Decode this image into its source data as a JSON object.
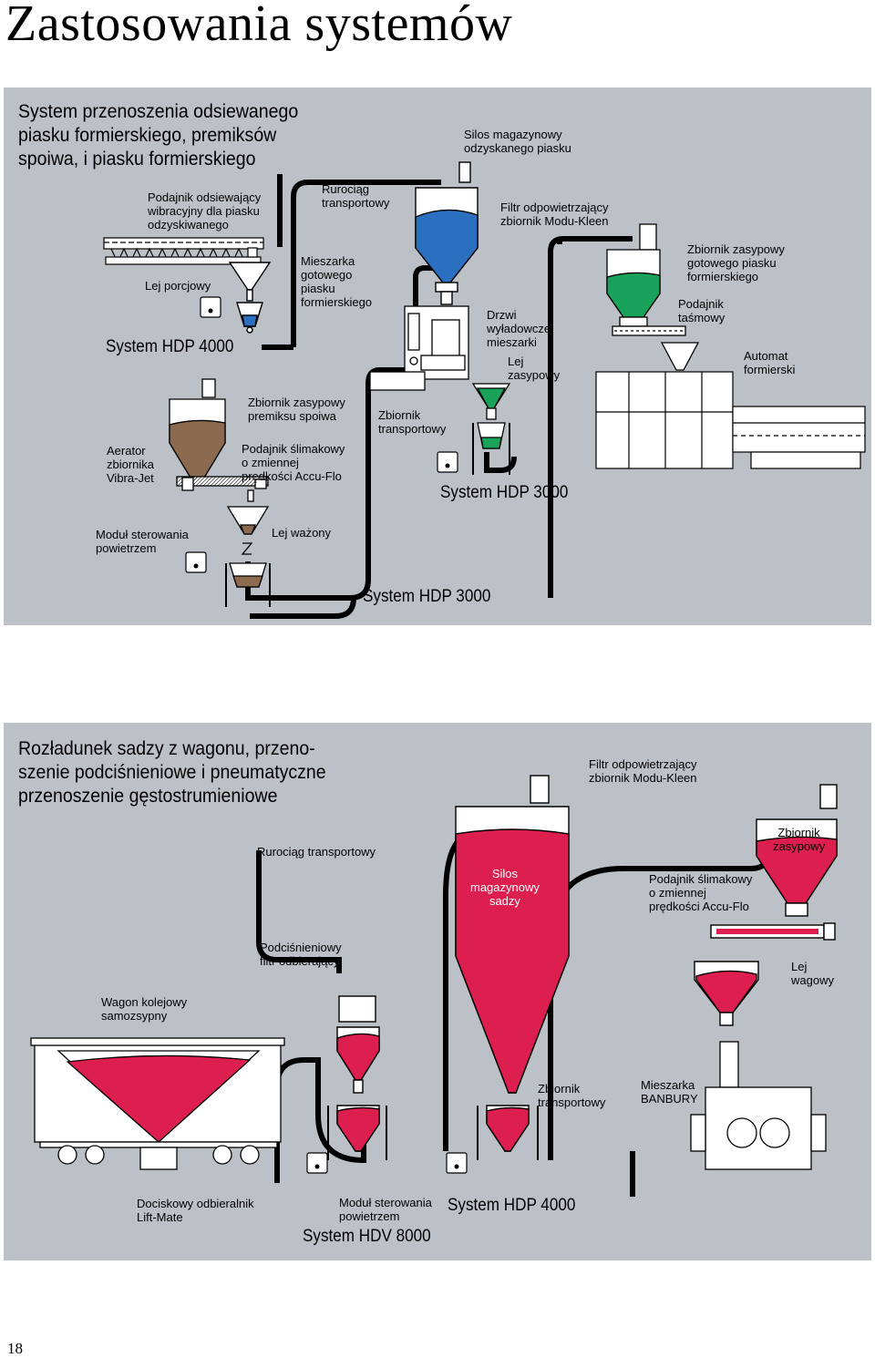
{
  "page": {
    "title": "Zastosowania systemów",
    "page_number": "18"
  },
  "panel1": {
    "heading": "System przenoszenia odsiewanego\npiasku formierskiego, premiksów\nspoiwa, i piasku formierskiego",
    "labels": {
      "vibrating_feeder": "Podajnik odsiewający\nwibracyjny dla piasku\nodzyskiwanego",
      "batch_hopper": "Lej porcjowy",
      "system_hdp4000": "System HDP 4000",
      "conveying_line": "Rurociąg\ntransportowy",
      "mixer": "Mieszarka\ngotowego\npiasku\nformierskiego",
      "silo": "Silos magazynowy\nodzyskanego piasku",
      "filter": "Filtr odpowietrzający\nzbiornik Modu-Kleen",
      "discharge_doors": "Drzwi\nwyładowcze\nmieszarki",
      "feed_hopper": "Lej\nzasypowy",
      "sand_bin": "Zbiornik zasypowy\ngotowego piasku\nformierskiego",
      "belt_feeder": "Podajnik\ntaśmowy",
      "molding_machine": "Automat\nformierski",
      "premix_bin": "Zbiornik zasypowy\npremiksu spoiwa",
      "aerator": "Aerator\nzbiornika\nVibra-Jet",
      "screw_feeder": "Podajnik ślimakowy\no zmiennej\nprędkości Accu-Flo",
      "transport_vessel": "Zbiornik\ntransportowy",
      "system_hdp3000_a": "System HDP 3000",
      "air_control": "Moduł sterowania\npowietrzem",
      "weigh_hopper": "Lej ważony",
      "system_hdp3000_b": "System HDP 3000"
    }
  },
  "panel2": {
    "heading": "Rozładunek sadzy z wagonu, przeno-\nszenie podciśnieniowe i pneumatyczne\nprzenoszenie gęstostrumieniowe",
    "labels": {
      "filter": "Filtr odpowietrzający\nzbiornik Modu-Kleen",
      "conveying_line": "Rurociąg transportowy",
      "silo": "Silos\nmagazynowy\nsadzy",
      "feed_bin": "Zbiornik\nzasypowy",
      "screw_feeder": "Podajnik ślimakowy\no zmiennej\nprędkości Accu-Flo",
      "vacuum_filter": "Podciśnieniowy\nfiltr odbierający",
      "weigh_hopper": "Lej\nwagowy",
      "rail_car": "Wagon kolejowy\nsamozsypny",
      "transport_vessel": "Zbiornik\ntransportowy",
      "banbury": "Mieszarka\nBANBURY",
      "lift_mate": "Dociskowy odbieralnik\nLift-Mate",
      "air_control": "Moduł sterowania\npowietrzem",
      "system_hdp4000": "System HDP 4000",
      "system_hdv8000": "System HDV 8000"
    }
  },
  "colors": {
    "panel_bg": "#bcc1c8",
    "sand": "#8b6a4f",
    "blue": "#2a6fc0",
    "green": "#19a35a",
    "red": "#dc1f4e"
  }
}
